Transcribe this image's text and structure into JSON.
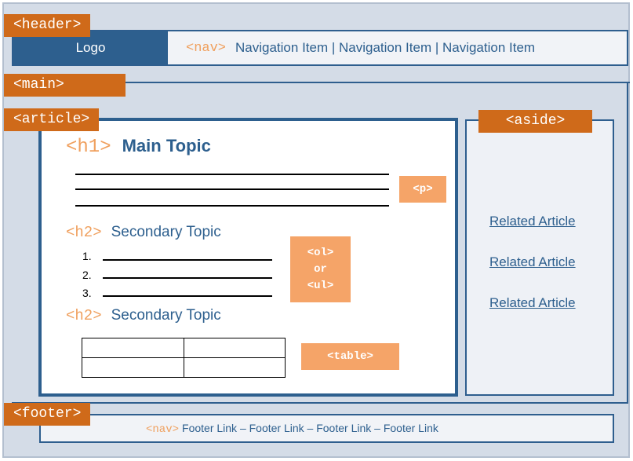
{
  "header": {
    "tag": "<header>",
    "logo": "Logo",
    "nav_tag": "<nav>",
    "nav_text": "Navigation Item | Navigation Item | Navigation Item"
  },
  "main": {
    "tag": "<main>"
  },
  "article": {
    "tag": "<article>",
    "h1_tag": "<h1>",
    "h1_text": "Main Topic",
    "p_tag": "<p>",
    "h2_tag": "<h2>",
    "h2_text_1": "Secondary Topic",
    "list_numbers": [
      "1.",
      "2.",
      "3."
    ],
    "list_tag_lines": [
      "<ol>",
      "or",
      "<ul>"
    ],
    "h2_text_2": "Secondary Topic",
    "table_tag": "<table>"
  },
  "aside": {
    "tag": "<aside>",
    "links": [
      "Related Article",
      "Related Article",
      "Related Article"
    ]
  },
  "footer": {
    "tag": "<footer>",
    "nav_tag": "<nav>",
    "links_text": "Footer Link – Footer Link – Footer Link – Footer Link"
  },
  "colors": {
    "tag_orange": "#cf6a1a",
    "light_orange": "#f5a468",
    "tag_text_orange": "#f0a05e",
    "blue": "#2d5f8e",
    "background": "#d4dce7"
  }
}
